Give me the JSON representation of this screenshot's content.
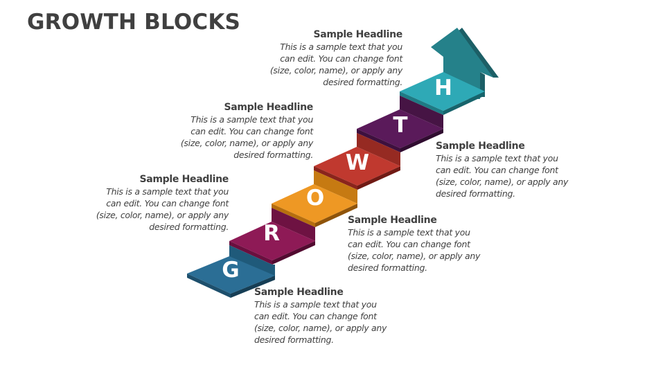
{
  "title": "GROWTH BLOCKS",
  "colors": {
    "g": "#2b6e95",
    "r": "#8e1a56",
    "o": "#ee9824",
    "w": "#c0392f",
    "t": "#5a1a5a",
    "h": "#2ea9b6",
    "arrow": "#25818a",
    "text": "#404040"
  },
  "steps": [
    {
      "letter": "G",
      "headline": "Sample Headline",
      "body": "This is a sample text that you can edit. You can change font (size, color, name), or apply any desired formatting."
    },
    {
      "letter": "R",
      "headline": "Sample Headline",
      "body": "This is a sample text that you can edit. You can change font (size, color, name), or apply any desired formatting."
    },
    {
      "letter": "O",
      "headline": "Sample Headline",
      "body": "This is a sample text that you can edit. You can change font (size, color, name), or apply any desired formatting."
    },
    {
      "letter": "W",
      "headline": "Sample Headline",
      "body": "This is a sample text that you can edit. You can change font (size, color, name), or apply any desired formatting."
    },
    {
      "letter": "T",
      "headline": "Sample Headline",
      "body": "This is a sample text that you can edit. You can change font (size, color, name), or apply any desired formatting."
    },
    {
      "letter": "H",
      "headline": "Sample Headline",
      "body": "This is a sample text that you can edit. You can change font (size, color, name), or apply any desired formatting."
    }
  ],
  "text_lines": {
    "l1": "This is a sample text that you",
    "l2": "can edit. You can change font",
    "l3": "(size, color, name), or apply any",
    "l4": "desired formatting."
  }
}
